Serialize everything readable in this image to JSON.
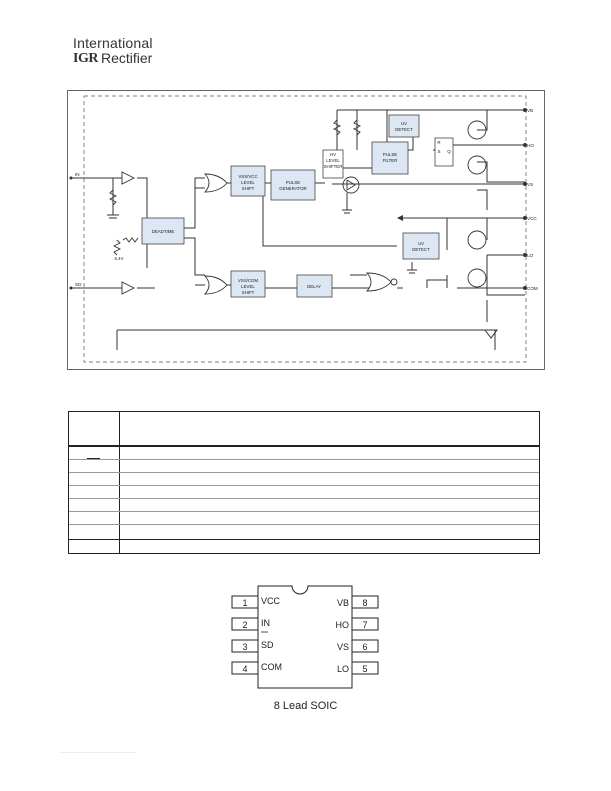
{
  "header": {
    "company_line1": "International",
    "logo_mark": "IGR",
    "company_line2": "Rectifier"
  },
  "block_diagram": {
    "pin_labels": {
      "vb": "VB",
      "ho": "HO",
      "vs": "VS",
      "vcc": "VCC",
      "lo": "LO",
      "com": "COM",
      "in": "IN",
      "sd": "SD"
    },
    "blocks": {
      "uv_detect_top": [
        "UV",
        "DETECT"
      ],
      "hv_level_shifter": [
        "HV",
        "LEVEL",
        "SHIFTER"
      ],
      "pulse_filter": [
        "PULSE",
        "FILTER"
      ],
      "vss_vcc_level_shift": [
        "VSS/VCC",
        "LEVEL",
        "SHIFT"
      ],
      "pulse_generator": [
        "PULSE",
        "GENERATOR"
      ],
      "deadtime": "DEADTIME",
      "uv_detect_bottom": [
        "UV",
        "DETECT"
      ],
      "vss_com_level_shift": [
        "VSS/COM",
        "LEVEL",
        "SHIFT"
      ],
      "delay": "DELAY",
      "latch_pins": [
        "R",
        "S",
        "Q"
      ],
      "reference_voltage": "5.4V"
    }
  },
  "pin_table": {
    "rows": 8
  },
  "package": {
    "left_pins": [
      {
        "num": "1",
        "name": "VCC"
      },
      {
        "num": "2",
        "name": "IN"
      },
      {
        "num": "3",
        "name": "SD"
      },
      {
        "num": "4",
        "name": "COM"
      }
    ],
    "right_pins": [
      {
        "num": "8",
        "name": "VB"
      },
      {
        "num": "7",
        "name": "HO"
      },
      {
        "num": "6",
        "name": "VS"
      },
      {
        "num": "5",
        "name": "LO"
      }
    ],
    "caption": "8 Lead SOIC"
  }
}
